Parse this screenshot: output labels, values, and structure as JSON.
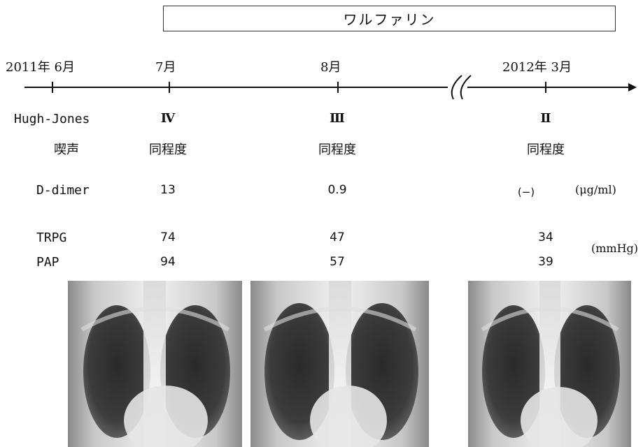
{
  "drug": "ワルファリン",
  "timeline": {
    "dates": [
      "2011年 6月",
      "7月",
      "8月",
      "2012年 3月"
    ]
  },
  "rows": {
    "hugh_jones": {
      "label": "Hugh-Jones",
      "values": [
        "Ⅳ",
        "Ⅲ",
        "Ⅱ"
      ]
    },
    "wheeze": {
      "label": "喫声",
      "values": [
        "同程度",
        "同程度",
        "同程度"
      ]
    },
    "d_dimer": {
      "label": "D-dimer",
      "values": [
        "13",
        "0.9",
        "(−)"
      ],
      "unit": "(μg/ml)"
    },
    "trpg": {
      "label": "TRPG",
      "values": [
        "74",
        "47",
        "34"
      ],
      "unit": "(mmHg)"
    },
    "pap": {
      "label": "PAP",
      "values": [
        "94",
        "57",
        "39"
      ]
    }
  },
  "xrays": [
    "chest-xray-july",
    "chest-xray-august",
    "chest-xray-march"
  ]
}
